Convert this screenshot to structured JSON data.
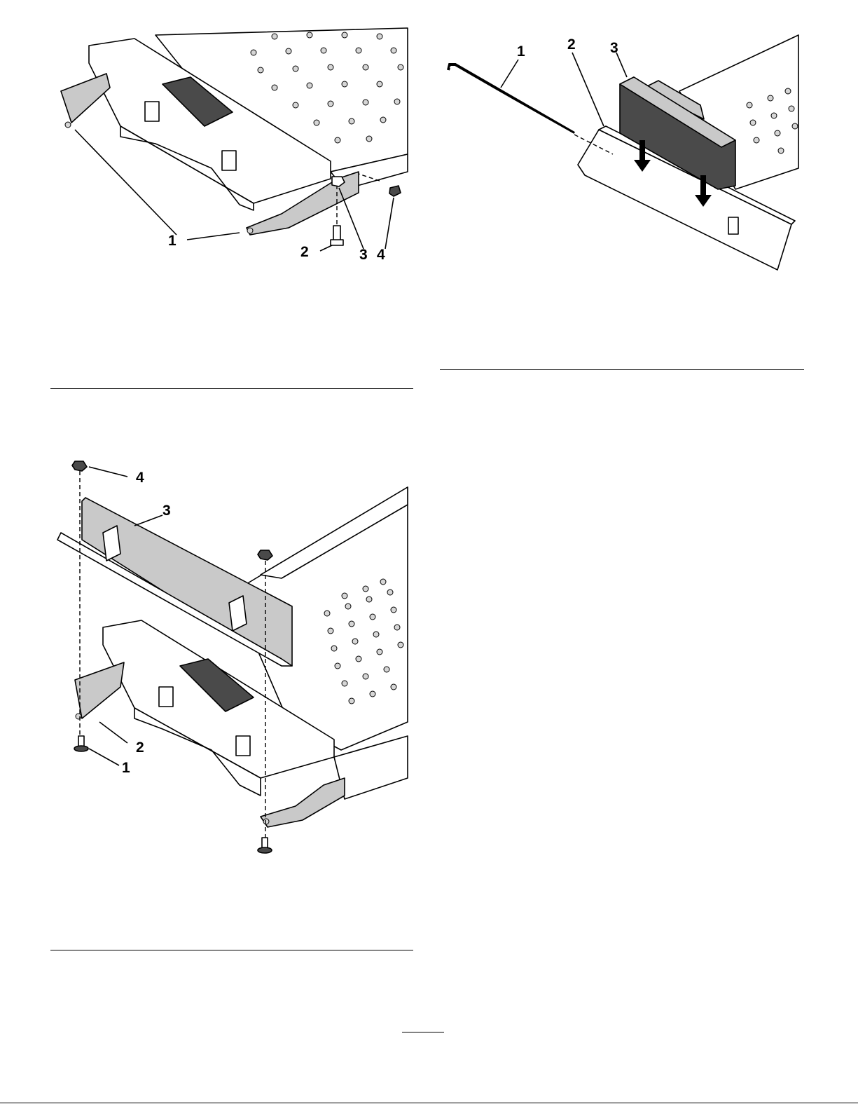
{
  "figure_top_left": {
    "callouts": [
      "1",
      "2",
      "3",
      "4"
    ]
  },
  "figure_top_right": {
    "callouts": [
      "1",
      "2",
      "3"
    ]
  },
  "figure_bottom_left": {
    "callouts": [
      "4",
      "3",
      "2",
      "1"
    ]
  }
}
